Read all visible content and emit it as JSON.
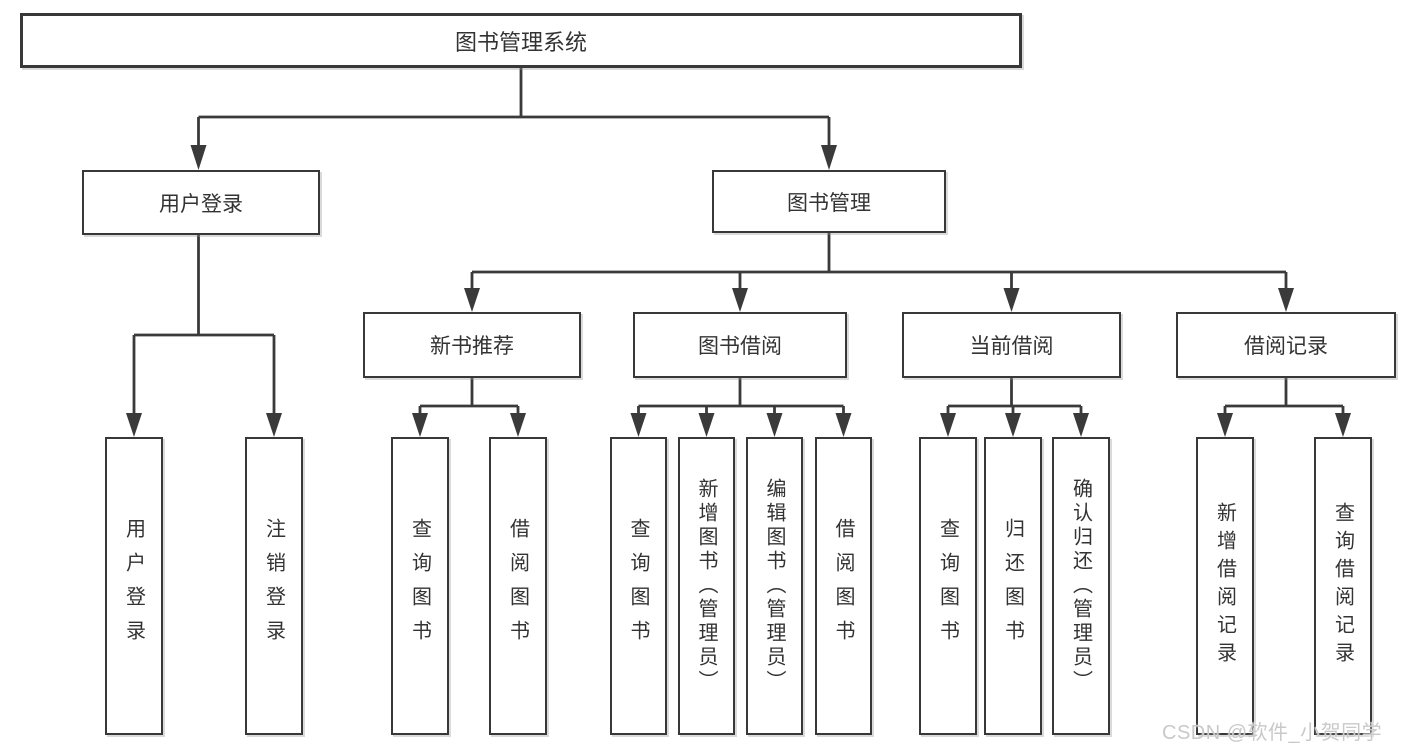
{
  "colors": {
    "background": "#ffffff",
    "line": "#3a3a3a",
    "box_border": "#383838",
    "text": "#333333",
    "watermark": "#c9c9c9"
  },
  "watermark": "CSDN @软件_小贺同学",
  "nodes": {
    "root": "图书管理系统",
    "level2": {
      "user_login": "用户登录",
      "book_management": "图书管理"
    },
    "level3": {
      "new_book_recommend": "新书推荐",
      "book_borrow": "图书借阅",
      "current_borrow": "当前借阅",
      "borrow_records": "借阅记录"
    },
    "leaves": {
      "user_login": "用户登录",
      "logout": "注销登录",
      "recommend_query_books": "查询图书",
      "recommend_borrow_books": "借阅图书",
      "borrow_query_books": "查询图书",
      "borrow_add_books_admin": "新增图书（管理员）",
      "borrow_edit_books_admin": "编辑图书（管理员）",
      "borrow_borrow_books": "借阅图书",
      "current_query_books": "查询图书",
      "current_return_books": "归还图书",
      "current_confirm_return_admin": "确认归还（管理员）",
      "records_add_record": "新增借阅记录",
      "records_query_record": "查询借阅记录"
    }
  }
}
